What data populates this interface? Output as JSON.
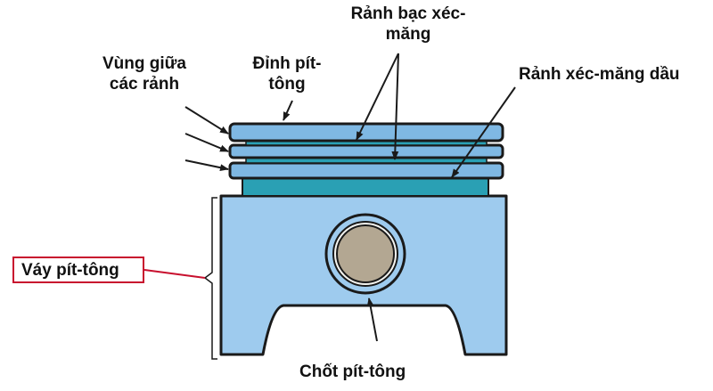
{
  "labels": {
    "ring_grooves_line1": "Rảnh bạc xéc-",
    "ring_grooves_line2": "măng",
    "oil_ring_groove": "Rảnh xéc-măng dầu",
    "lands_line1": "Vùng giữa",
    "lands_line2": "các rảnh",
    "crown_line1": "Đỉnh pít-",
    "crown_line2": "tông",
    "skirt": "Váy pít-tông",
    "pin": "Chốt pít-tông"
  },
  "colors": {
    "piston_body": "#9ecbee",
    "ring_band": "#7fb8e3",
    "crown_band": "#2aa0b4",
    "pin_fill": "#b3a792",
    "outline": "#1a1a1a",
    "skirt_box": "#c8102e"
  }
}
